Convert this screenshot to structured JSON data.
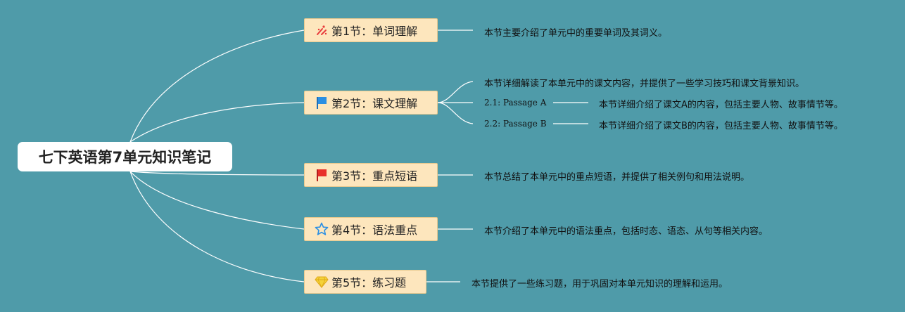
{
  "title": "七下英语第7单元知识笔记",
  "sections": [
    {
      "label": "第1节：单词理解",
      "icon": "sparkle-icon",
      "desc": "本节主要介绍了单元中的重要单词及其词义。"
    },
    {
      "label": "第2节：课文理解",
      "icon": "blue-flag-icon",
      "desc": "本节详细解读了本单元中的课文内容，并提供了一些学习技巧和课文背景知识。",
      "children": [
        {
          "label": "2.1: Passage A",
          "desc": "本节详细介绍了课文A的内容，包括主要人物、故事情节等。"
        },
        {
          "label": "2.2: Passage B",
          "desc": "本节详细介绍了课文B的内容，包括主要人物、故事情节等。"
        }
      ]
    },
    {
      "label": "第3节：重点短语",
      "icon": "red-flag-icon",
      "desc": "本节总结了本单元中的重点短语，并提供了相关例句和用法说明。"
    },
    {
      "label": "第4节：语法重点",
      "icon": "star-icon",
      "desc": "本节介绍了本单元中的语法重点，包括时态、语态、从句等相关内容。"
    },
    {
      "label": "第5节：练习题",
      "icon": "gem-icon",
      "desc": "本节提供了一些练习题，用于巩固对本单元知识的理解和运用。"
    }
  ],
  "colors": {
    "background": "#4f9ba9",
    "node_fill": "#fde6bd",
    "link": "#ffffff"
  }
}
